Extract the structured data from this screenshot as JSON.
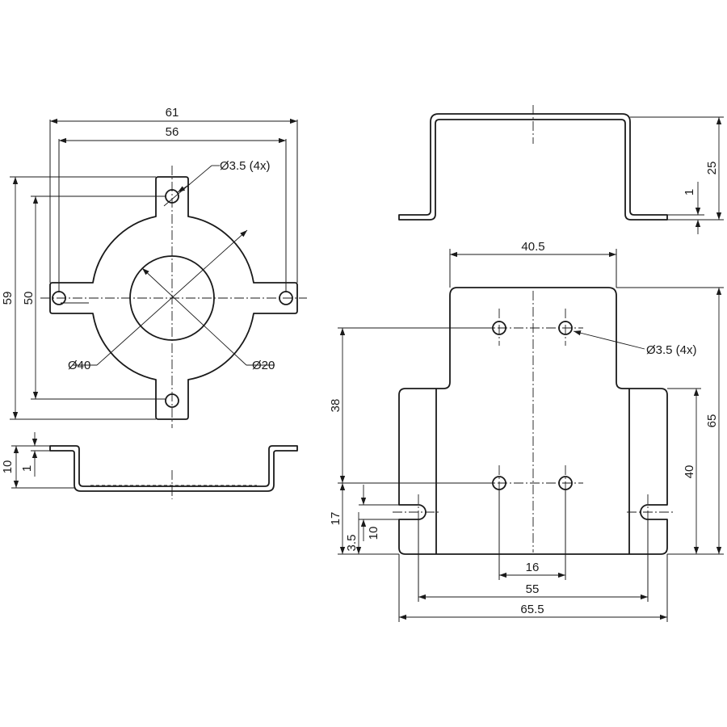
{
  "front_plate": {
    "width_outer": "61",
    "width_holes": "56",
    "height_outer": "59",
    "height_holes": "50",
    "hole_callout": "Ø3.5 (4x)",
    "outer_diameter": "Ø40",
    "inner_diameter": "Ø20"
  },
  "plate_side": {
    "height": "10",
    "thickness": "1"
  },
  "bracket_side": {
    "height": "25",
    "thickness": "1"
  },
  "bracket_top": {
    "top_width": "40.5",
    "hole_callout": "Ø3.5 (4x)",
    "total_height": "65",
    "flange_height": "40",
    "hole_spacing_vertical": "38",
    "slot_offset": "17",
    "slot_width": "10",
    "slot_bottom": "3.5",
    "hole_spacing_horizontal": "16",
    "slot_spacing": "55",
    "total_width": "65.5"
  }
}
